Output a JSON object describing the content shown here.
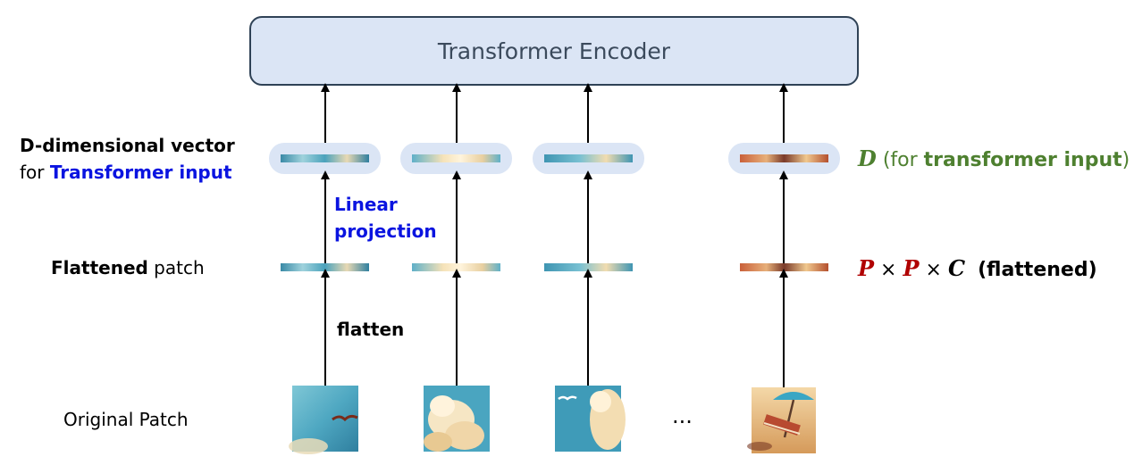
{
  "encoder": {
    "title": "Transformer Encoder"
  },
  "labels": {
    "d_vector_line1": "D-dimensional vector",
    "d_vector_for": "for ",
    "d_vector_line2_bold": "Transformer input",
    "flattened_bold": "Flattened",
    "flattened_rest": " patch",
    "original_patch": "Original Patch",
    "linear_projection_line1": "Linear",
    "linear_projection_line2": "projection",
    "flatten": "flatten",
    "ellipsis": "..."
  },
  "right_labels": {
    "d_symbol": "D",
    "d_open": "(for ",
    "d_bold": "transformer input",
    "d_close": ")",
    "p1": "P",
    "times1": "×",
    "p2": "P",
    "times2": "×",
    "c": "C",
    "flattened": "(flattened)"
  },
  "colors": {
    "encoder_fill": "#dbe5f5",
    "encoder_border": "#2f4256",
    "pill_fill": "#dbe5f5",
    "blue_text": "#0a14e0",
    "green_text": "#4e8030",
    "red_text": "#b00000"
  },
  "patches": [
    {
      "id": "sky-seagull",
      "theme": "sky"
    },
    {
      "id": "cloud",
      "theme": "cloud"
    },
    {
      "id": "cloud-bird",
      "theme": "sky-cloud"
    },
    {
      "id": "beach-umbrella",
      "theme": "beach"
    }
  ]
}
